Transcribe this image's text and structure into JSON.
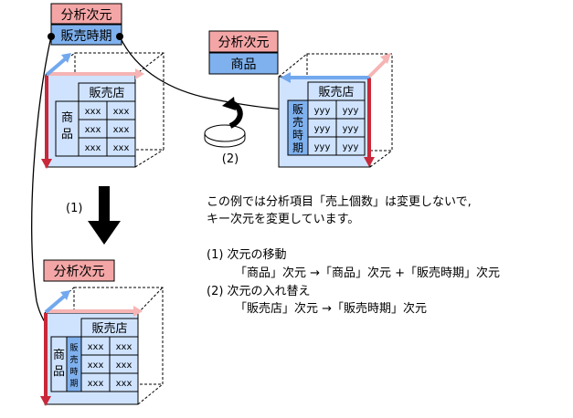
{
  "labels": {
    "dimension_header": "分析次元",
    "sales_period": "販売時期",
    "product": "商品",
    "store": "販売店",
    "cell_before": "xxx",
    "cell_after": "yyy"
  },
  "steps": {
    "step1_marker": "(1)",
    "step2_marker": "(2)"
  },
  "explanation": {
    "line1": "この例では分析項目「売上個数」は変更しないで,",
    "line2": "キー次元を変更しています。",
    "item1_title": "(1) 次元の移動",
    "item1_detail": "「商品」次元 →「商品」次元 +「販売時期」次元",
    "item2_title": "(2) 次元の入れ替え",
    "item2_detail": "「販売店」次元 →「販売時期」次元"
  },
  "colors": {
    "pink": "#f4a6a6",
    "blue": "#7fb1ee",
    "light_blue": "#cfe3ff",
    "red": "#c8283a",
    "arrow_blue": "#72a8ee",
    "arrow_pink": "#f6b4b4"
  }
}
